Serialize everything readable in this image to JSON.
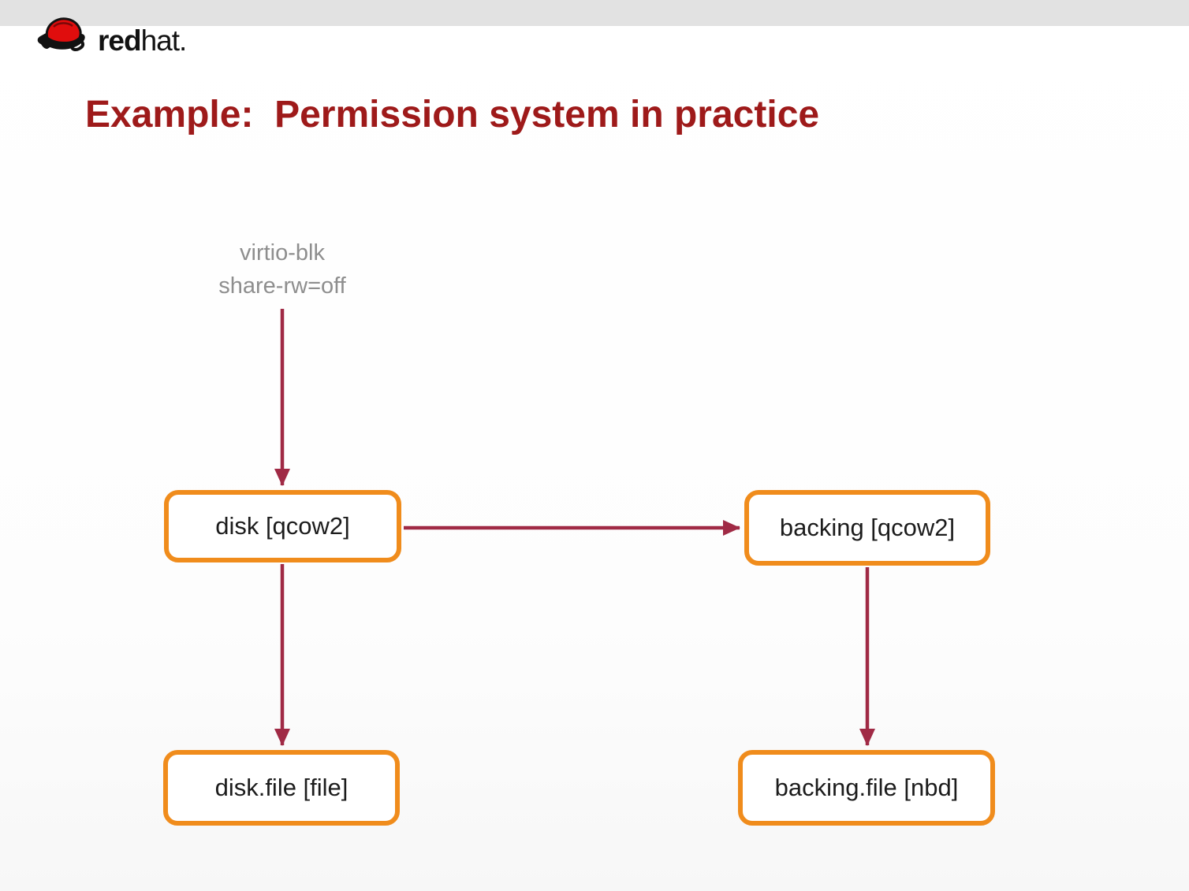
{
  "colors": {
    "bar": "#e2e2e2",
    "title": "#9e1a1a",
    "muted": "#8e8e8e",
    "border": "#f08c1c",
    "arrow": "#a02a45",
    "logo_red": "#e00d0d",
    "logo_black": "#121212"
  },
  "header": {
    "logo": {
      "icon": "redhat-shadowman-hat",
      "word_bold": "red",
      "word_light": "hat."
    }
  },
  "title": "Example:  Permission system in practice",
  "diagram": {
    "annotation": {
      "line1": "virtio-blk",
      "line2": "share-rw=off"
    },
    "nodes": [
      {
        "id": "disk",
        "label": "disk [qcow2]"
      },
      {
        "id": "backing",
        "label": "backing [qcow2]"
      },
      {
        "id": "disk-file",
        "label": "disk.file [file]"
      },
      {
        "id": "backing-file",
        "label": "backing.file [nbd]"
      }
    ],
    "edges": [
      {
        "from": "virtio-blk-annotation",
        "to": "disk",
        "direction": "down"
      },
      {
        "from": "disk",
        "to": "backing",
        "direction": "right"
      },
      {
        "from": "disk",
        "to": "disk-file",
        "direction": "down"
      },
      {
        "from": "backing",
        "to": "backing-file",
        "direction": "down"
      }
    ]
  }
}
